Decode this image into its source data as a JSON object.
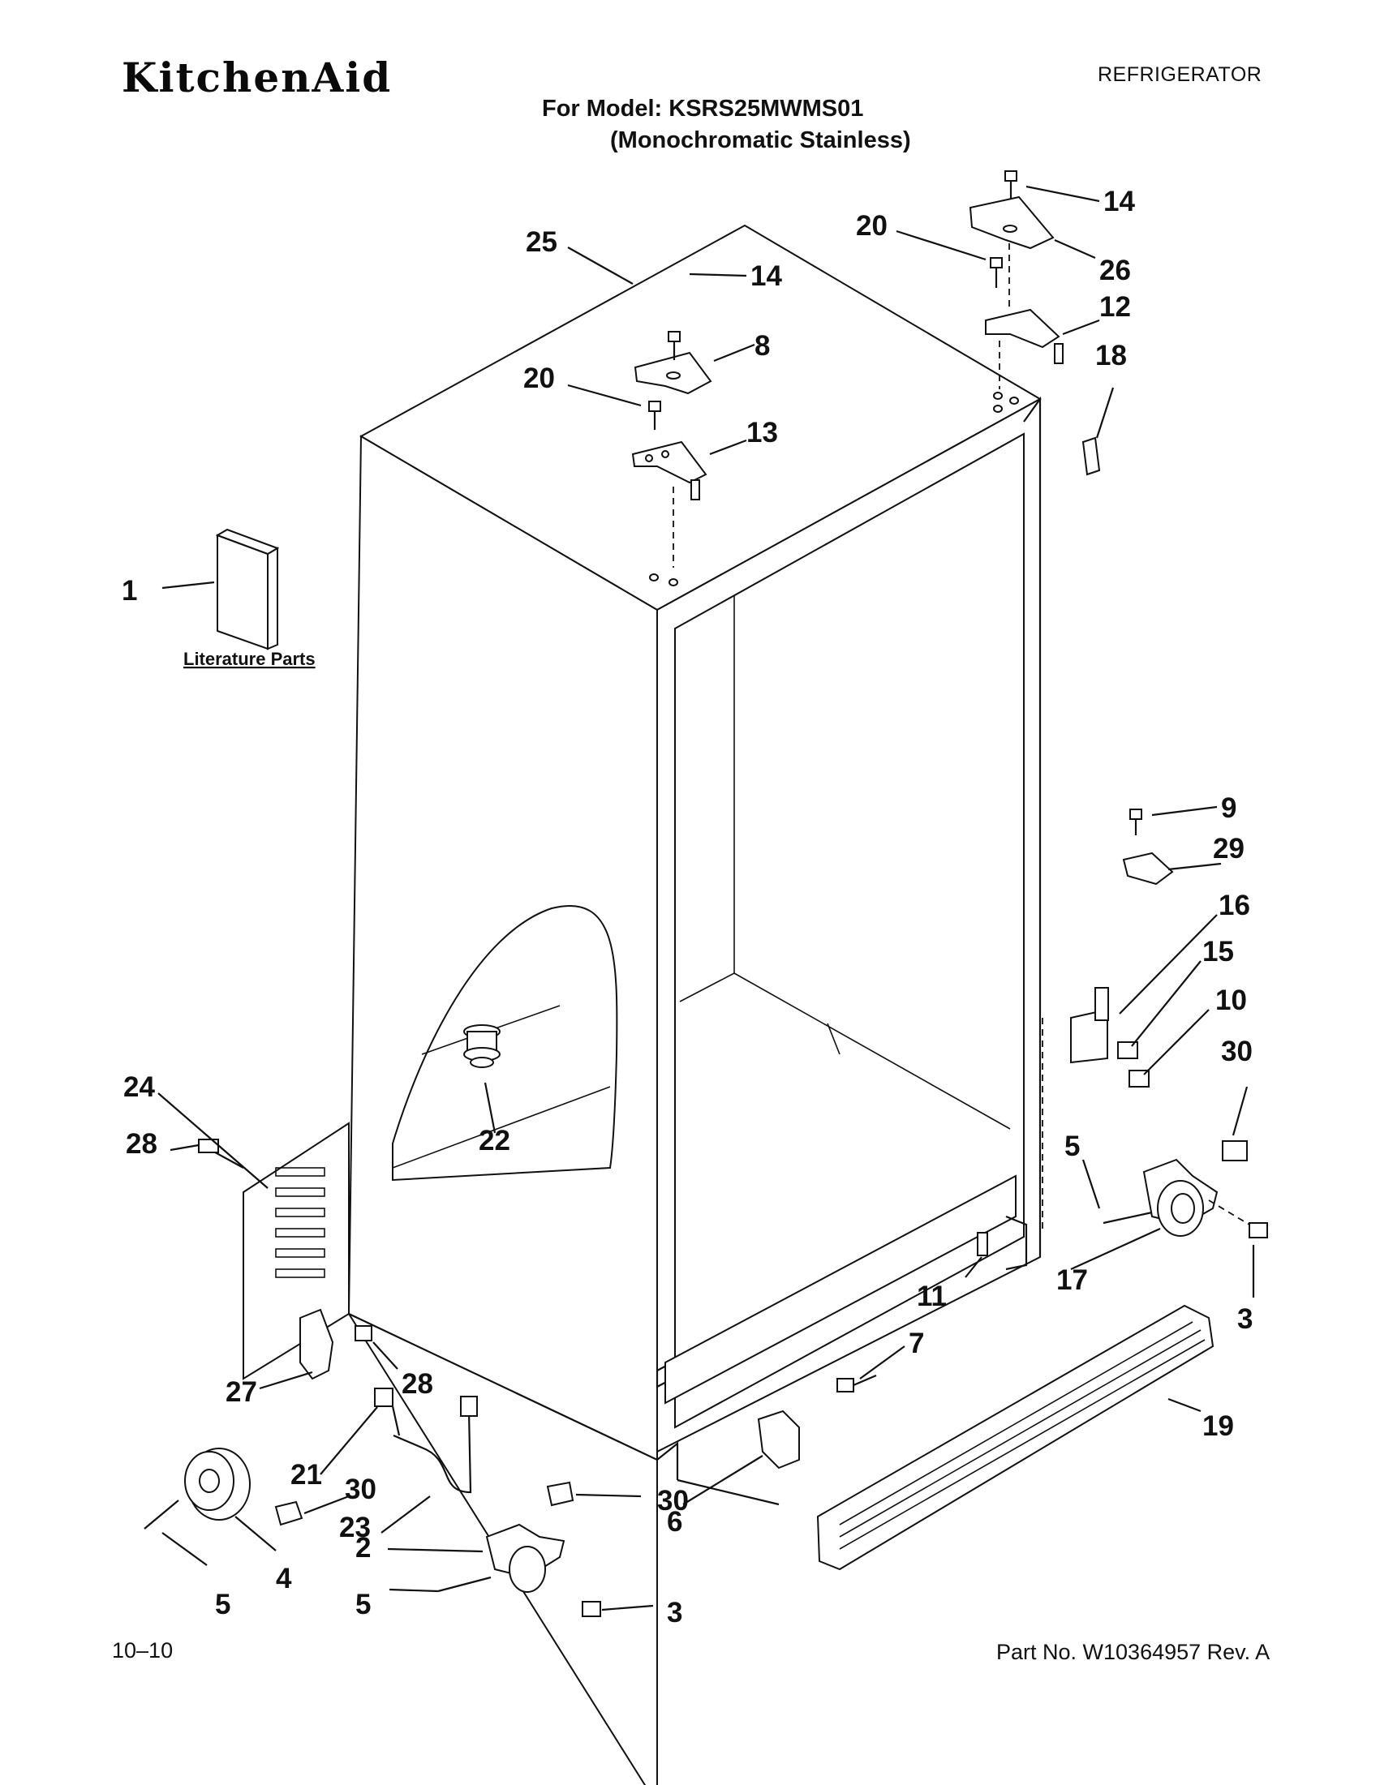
{
  "header": {
    "brand": "KitchenAid",
    "category": "REFRIGERATOR",
    "model": "For Model: KSRS25MWMS01",
    "finish": "(Monochromatic Stainless)"
  },
  "footer": {
    "date": "10–10",
    "part_number": "Part No. W10364957 Rev. A"
  },
  "diagram": {
    "literature_label": "Literature Parts",
    "callouts": [
      "1",
      "2",
      "3",
      "3",
      "4",
      "5",
      "5",
      "5",
      "6",
      "7",
      "8",
      "9",
      "10",
      "11",
      "12",
      "13",
      "14",
      "14",
      "15",
      "16",
      "17",
      "18",
      "19",
      "20",
      "20",
      "21",
      "22",
      "23",
      "24",
      "25",
      "26",
      "27",
      "28",
      "28",
      "29",
      "30",
      "30",
      "30"
    ]
  }
}
